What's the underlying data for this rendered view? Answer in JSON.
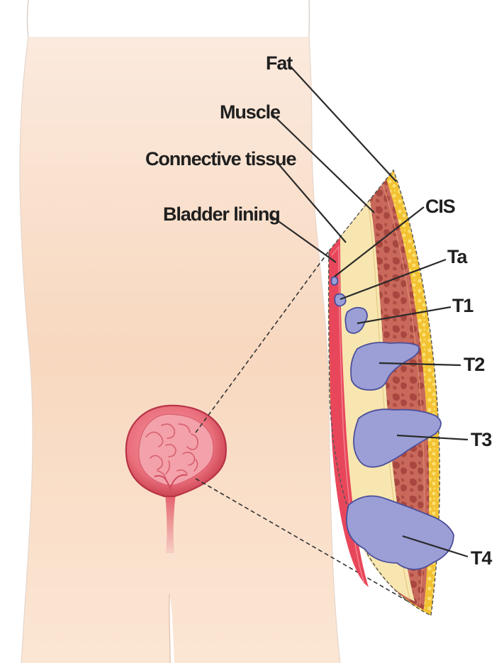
{
  "layers": {
    "fat": "Fat",
    "muscle": "Muscle",
    "connective_tissue": "Connective tissue",
    "bladder_lining": "Bladder lining"
  },
  "stages": {
    "cis": "CIS",
    "ta": "Ta",
    "t1": "T1",
    "t2": "T2",
    "t3": "T3",
    "t4": "T4"
  },
  "colors": {
    "skin_top": "#fbeade",
    "skin_bottom": "#f7cfb2",
    "fat": "#f4c534",
    "muscle": "#c7655a",
    "connective": "#f7e6b0",
    "lining": "#e8475b",
    "tumor": "#9b9fd6",
    "bladder": "#d8505e"
  }
}
